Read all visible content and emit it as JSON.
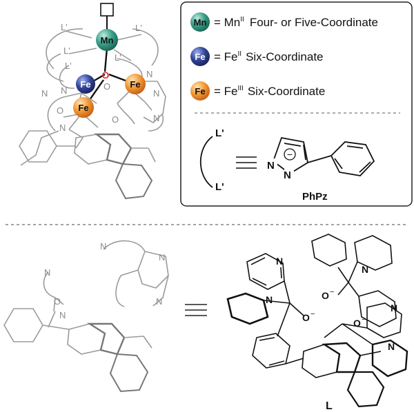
{
  "top_left_complex": {
    "ligand_labels": [
      "L'",
      "L'",
      "L'",
      "L'",
      "L'"
    ],
    "metal_labels": {
      "mn": "Mn",
      "fe_blue": "Fe",
      "fe_orange_right": "Fe",
      "fe_orange_left": "Fe",
      "oxo": "O"
    },
    "donor_labels": [
      "N",
      "N",
      "N",
      "N",
      "O",
      "O",
      "O",
      "N",
      "N"
    ]
  },
  "legend": {
    "mn_entry": {
      "badge": "Mn",
      "text_main": "= Mn",
      "text_sup": "II",
      "text_tail": "Four- or Five-Coordinate",
      "color": "#2f8f7a"
    },
    "fe_blue_entry": {
      "badge": "Fe",
      "text_main": "= Fe",
      "text_sup": "II",
      "text_tail": "Six-Coordinate",
      "color": "#2b3c8e"
    },
    "fe_orange_entry": {
      "badge": "Fe",
      "text_main": "= Fe",
      "text_sup": "III",
      "text_tail": "Six-Coordinate",
      "color": "#f0902a"
    },
    "ligand_def": {
      "l_top": "L'",
      "l_bottom": "L'",
      "charge": "−",
      "n1": "N",
      "n2": "N",
      "name": "PhPz"
    }
  },
  "bottom_left_ligand": {
    "donor_labels": [
      "N",
      "N",
      "N",
      "O",
      "N",
      "N"
    ]
  },
  "bottom_right_ligand": {
    "labels": {
      "n_top": "N",
      "n_left": "N",
      "o_left": "O",
      "o_left_charge": "−",
      "o_top": "O",
      "o_top_charge": "−",
      "n_right_top": "N",
      "o_right": "O",
      "o_right_charge": "−",
      "n_right_mid": "N",
      "n_right_low": "N",
      "name": "L"
    }
  }
}
